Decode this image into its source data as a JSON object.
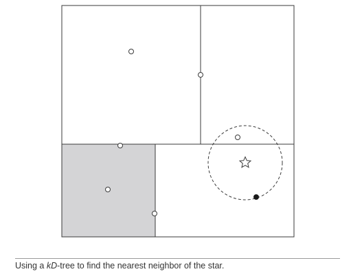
{
  "figure": {
    "shaded_region_color": "#d4d4d6",
    "line_color": "#3a3a3a",
    "points": [
      {
        "name": "point-upper-left",
        "filled": false
      },
      {
        "name": "point-split-right-vertical",
        "filled": false
      },
      {
        "name": "point-inside-circle",
        "filled": false
      },
      {
        "name": "point-split-horizontal",
        "filled": false
      },
      {
        "name": "point-shaded-region",
        "filled": false
      },
      {
        "name": "point-split-lower-vertical",
        "filled": false
      },
      {
        "name": "point-nearest-neighbor",
        "filled": true
      }
    ],
    "query_marker": "star-icon",
    "search_circle": "dashed-circle"
  },
  "caption": {
    "prefix": "Using a ",
    "term": "kD",
    "suffix": "-tree to find the nearest neighbor of the star."
  }
}
